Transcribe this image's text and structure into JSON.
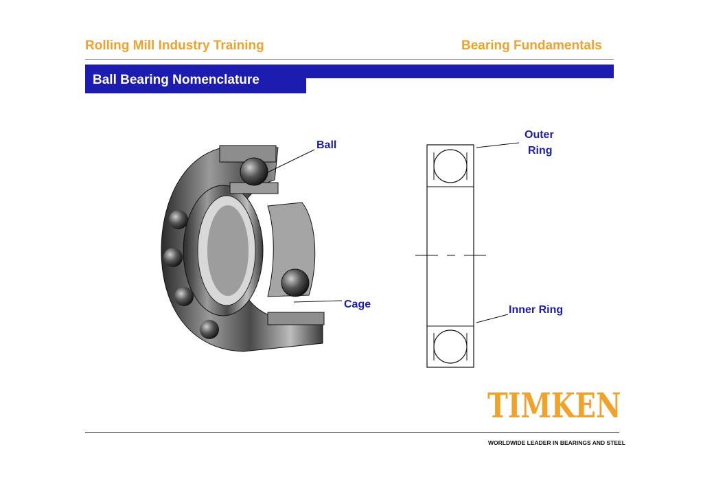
{
  "header": {
    "left_title": "Rolling Mill Industry Training",
    "right_title": "Bearing Fundamentals",
    "accent_color": "#f0a22a"
  },
  "slide": {
    "title": "Ball Bearing Nomenclature",
    "title_bar_color": "#1c1cb0"
  },
  "labels": {
    "ball": "Ball",
    "cage": "Cage",
    "outer_ring_line1": "Outer",
    "outer_ring_line2": "Ring",
    "inner_ring": "Inner Ring"
  },
  "footer": {
    "logo": "TIMKEN",
    "tagline": "WORLDWIDE LEADER IN BEARINGS AND STEEL"
  }
}
